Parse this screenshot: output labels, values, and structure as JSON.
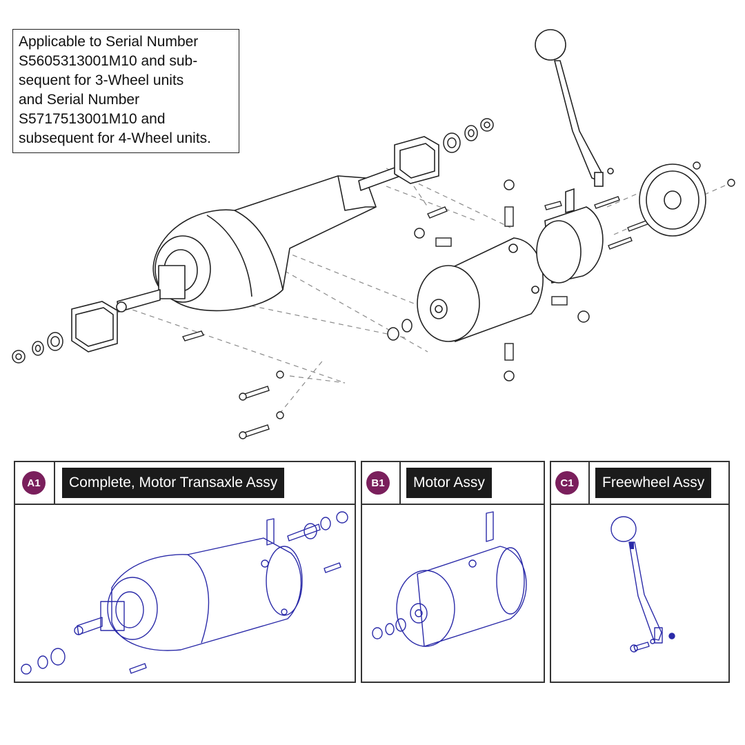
{
  "notice": {
    "lines": [
      "Applicable to Serial Number",
      "S5605313001M10 and sub-",
      "sequent for 3-Wheel units",
      "and Serial Number",
      "S5717513001M10 and",
      "subsequent for 4-Wheel units."
    ]
  },
  "panels": [
    {
      "badge": "A1",
      "title": "Complete, Motor Transaxle Assy"
    },
    {
      "badge": "B1",
      "title": "Motor Assy"
    },
    {
      "badge": "C1",
      "title": "Freewheel Assy"
    }
  ],
  "colors": {
    "badge": "#7a1f5c",
    "line_art": "#222222",
    "assembly_art": "#2a2aa8",
    "leader_line": "#8a8a8a"
  }
}
